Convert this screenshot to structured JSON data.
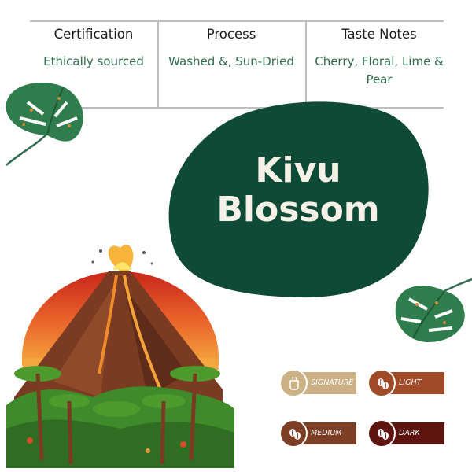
{
  "table": {
    "columns": [
      {
        "header": "Certification",
        "value": "Ethically sourced"
      },
      {
        "header": "Process",
        "value": "Washed &, Sun-Dried"
      },
      {
        "header": "Taste Notes",
        "value": "Cherry, Floral, Lime & Pear"
      }
    ]
  },
  "title": "Kivu Blossom",
  "colors": {
    "blob": "#0f4a37",
    "table_text": "#2f6b4d",
    "signature": "#cbb185",
    "light": "#a14a28",
    "medium": "#7c3f26",
    "dark": "#5e1510"
  },
  "roast_badges": [
    {
      "label": "SIGNATURE",
      "icon": "coffee-cup-icon"
    },
    {
      "label": "LIGHT",
      "icon": "coffee-beans-icon"
    },
    {
      "label": "MEDIUM",
      "icon": "coffee-beans-icon"
    },
    {
      "label": "DARK",
      "icon": "coffee-beans-icon"
    }
  ]
}
